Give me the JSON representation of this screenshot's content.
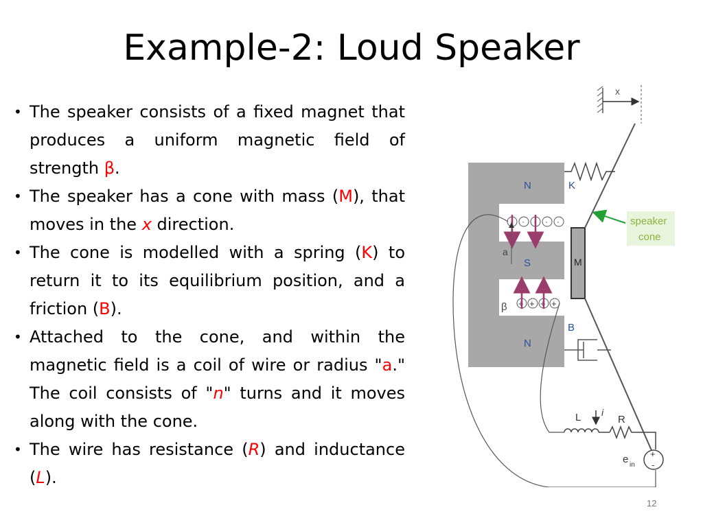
{
  "title": "Example-2: Loud Speaker",
  "bullets": [
    {
      "parts": [
        {
          "t": "The speaker consists of a fixed magnet that produces a uniform magnetic field of strength "
        },
        {
          "t": "β",
          "red": true
        },
        {
          "t": "."
        }
      ]
    },
    {
      "parts": [
        {
          "t": "The speaker has a cone with mass ("
        },
        {
          "t": "M",
          "red": true
        },
        {
          "t": "), that moves in the "
        },
        {
          "t": "x",
          "red": true,
          "italic": true
        },
        {
          "t": " direction."
        }
      ]
    },
    {
      "parts": [
        {
          "t": "The cone is modelled with a spring ("
        },
        {
          "t": "K",
          "red": true
        },
        {
          "t": ") to return it to its equilibrium position, and a friction ("
        },
        {
          "t": "B",
          "red": true
        },
        {
          "t": ")."
        }
      ]
    },
    {
      "parts": [
        {
          "t": "Attached to the cone, and within the magnetic field is a coil of wire or radius \""
        },
        {
          "t": "a",
          "red": true
        },
        {
          "t": ".\"  The coil consists of \""
        },
        {
          "t": "n",
          "red": true,
          "italic": true
        },
        {
          "t": "\" turns and it moves along with the cone."
        }
      ]
    },
    {
      "parts": [
        {
          "t": "The wire has resistance ("
        },
        {
          "t": "R",
          "red": true,
          "italic": true
        },
        {
          "t": ") and inductance ("
        },
        {
          "t": "L",
          "red": true,
          "italic": true
        },
        {
          "t": ")."
        }
      ]
    }
  ],
  "diagram": {
    "x_label": "x",
    "k_label": "K",
    "n_top_label": "N",
    "s_label": "S",
    "n_bottom_label": "N",
    "m_label": "M",
    "a_label": "a",
    "beta_label": "β",
    "b_label": "B",
    "speaker_cone_line1": "speaker",
    "speaker_cone_line2": "cone",
    "l_label": "L",
    "i_label": "i",
    "r_label": "R",
    "e_label": "e",
    "e_sub": "in",
    "plus_label": "+",
    "minus_label": "-",
    "dot_symbol": "·",
    "cross_symbol": "+"
  },
  "page_number": "12"
}
